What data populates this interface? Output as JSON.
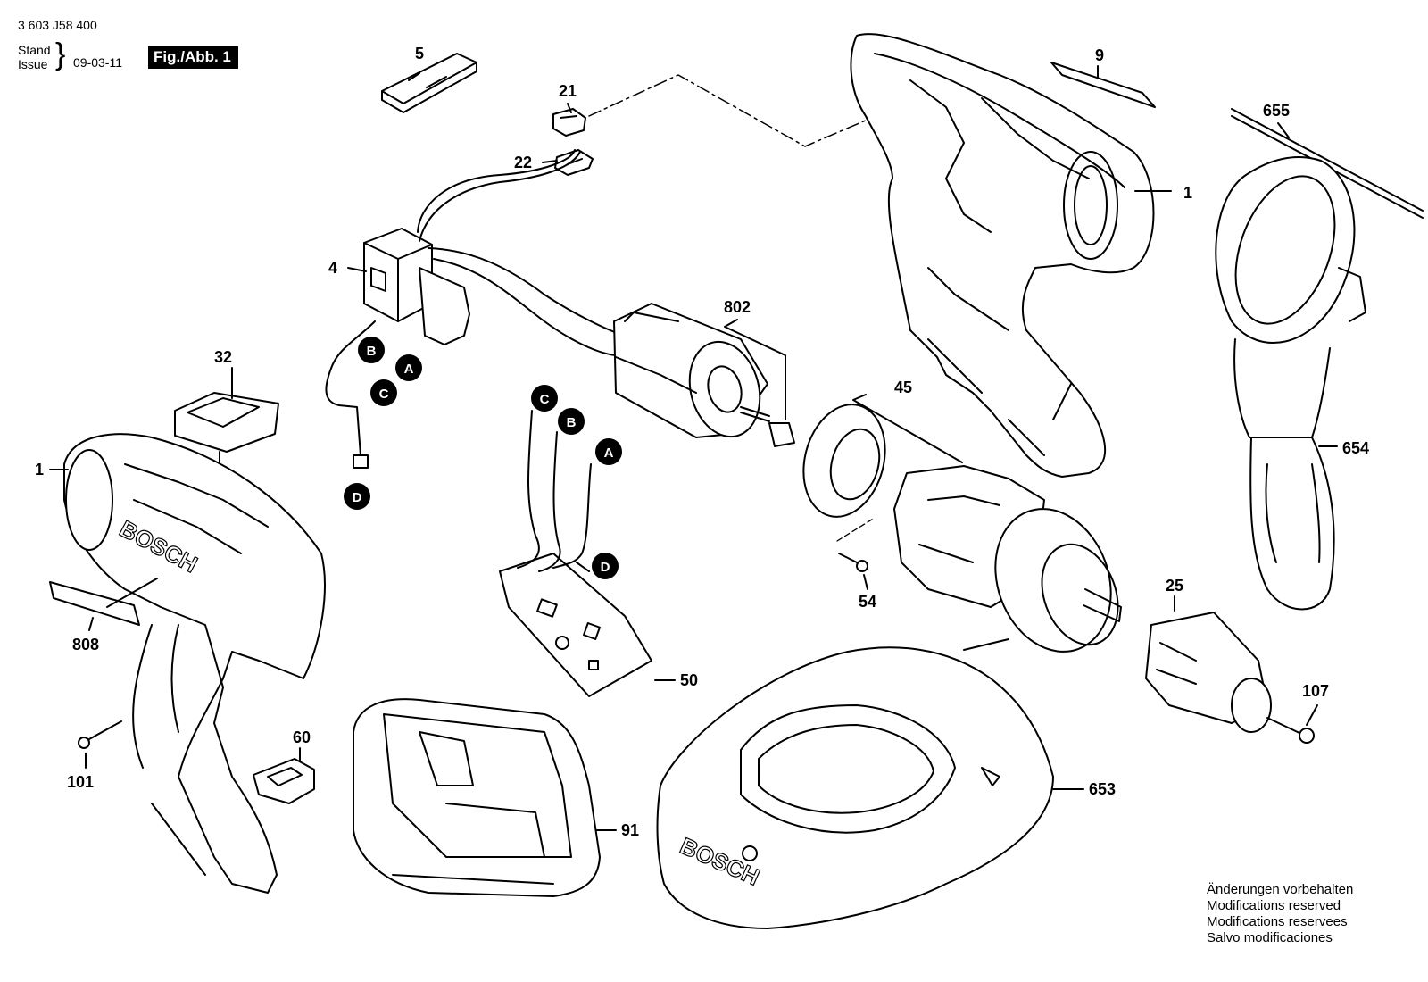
{
  "header": {
    "part_number": "3 603 J58 400",
    "stand": "Stand",
    "issue": "Issue",
    "date": "09-03-11",
    "figure": "Fig./Abb. 1"
  },
  "part_labels": {
    "p1_handle_right": "1",
    "p1_housing_left": "1",
    "p4": "4",
    "p5": "5",
    "p9": "9",
    "p21": "21",
    "p22": "22",
    "p25": "25",
    "p32": "32",
    "p45": "45",
    "p50": "50",
    "p54": "54",
    "p60": "60",
    "p91": "91",
    "p101": "101",
    "p107": "107",
    "p653": "653",
    "p654": "654",
    "p655": "655",
    "p802": "802",
    "p808": "808"
  },
  "connectors": {
    "switch_a": "A",
    "switch_b": "B",
    "switch_c": "C",
    "switch_d": "D",
    "board_a": "A",
    "board_b": "B",
    "board_c": "C",
    "board_d": "D"
  },
  "brand": {
    "housing": "BOSCH",
    "charger": "BOSCH"
  },
  "notes": [
    "Änderungen vorbehalten",
    "Modifications reserved",
    "Modifications reservees",
    "Salvo modificaciones"
  ]
}
